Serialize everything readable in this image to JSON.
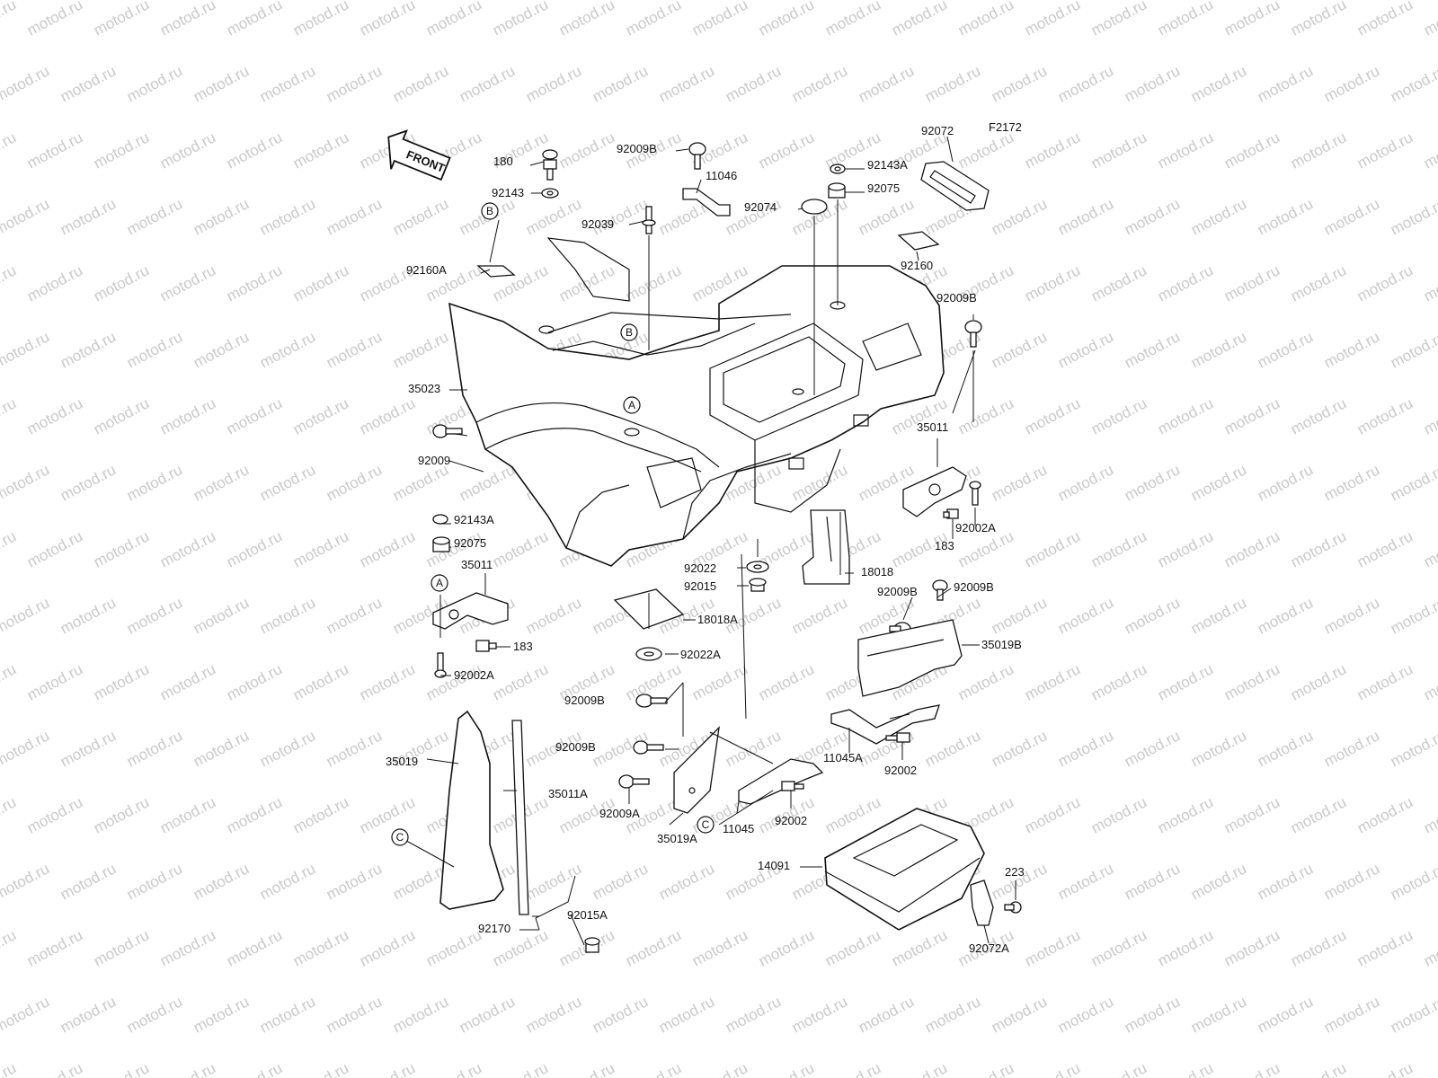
{
  "diagram": {
    "code": "F2172",
    "front_label": "FRONT",
    "watermark": "motod.ru",
    "labels": [
      {
        "id": "l-180",
        "text": "180"
      },
      {
        "id": "l-92143",
        "text": "92143"
      },
      {
        "id": "l-92160A",
        "text": "92160A"
      },
      {
        "id": "l-92009B-top",
        "text": "92009B"
      },
      {
        "id": "l-11046",
        "text": "11046"
      },
      {
        "id": "l-92039",
        "text": "92039"
      },
      {
        "id": "l-92143A-top",
        "text": "92143A"
      },
      {
        "id": "l-92075-top",
        "text": "92075"
      },
      {
        "id": "l-92074",
        "text": "92074"
      },
      {
        "id": "l-92072",
        "text": "92072"
      },
      {
        "id": "l-92160",
        "text": "92160"
      },
      {
        "id": "l-92009B-right",
        "text": "92009B"
      },
      {
        "id": "l-35023",
        "text": "35023"
      },
      {
        "id": "l-92009",
        "text": "92009"
      },
      {
        "id": "l-35011-right",
        "text": "35011"
      },
      {
        "id": "l-92002A-right",
        "text": "92002A"
      },
      {
        "id": "l-183-right",
        "text": "183"
      },
      {
        "id": "l-92143A-left",
        "text": "92143A"
      },
      {
        "id": "l-92075-left",
        "text": "92075"
      },
      {
        "id": "l-35011-left",
        "text": "35011"
      },
      {
        "id": "l-183-left",
        "text": "183"
      },
      {
        "id": "l-92002A-left",
        "text": "92002A"
      },
      {
        "id": "l-92022",
        "text": "92022"
      },
      {
        "id": "l-92015",
        "text": "92015"
      },
      {
        "id": "l-18018",
        "text": "18018"
      },
      {
        "id": "l-18018A",
        "text": "18018A"
      },
      {
        "id": "l-92022A",
        "text": "92022A"
      },
      {
        "id": "l-92009B-mr1",
        "text": "92009B"
      },
      {
        "id": "l-92009B-mr2",
        "text": "92009B"
      },
      {
        "id": "l-35019B",
        "text": "35019B"
      },
      {
        "id": "l-92009B-c1",
        "text": "92009B"
      },
      {
        "id": "l-92009B-c2",
        "text": "92009B"
      },
      {
        "id": "l-92009A",
        "text": "92009A"
      },
      {
        "id": "l-35019A",
        "text": "35019A"
      },
      {
        "id": "l-11045",
        "text": "11045"
      },
      {
        "id": "l-92002-c",
        "text": "92002"
      },
      {
        "id": "l-11045A",
        "text": "11045A"
      },
      {
        "id": "l-92002-r",
        "text": "92002"
      },
      {
        "id": "l-35019",
        "text": "35019"
      },
      {
        "id": "l-35011A",
        "text": "35011A"
      },
      {
        "id": "l-92015A",
        "text": "92015A"
      },
      {
        "id": "l-92170",
        "text": "92170"
      },
      {
        "id": "l-14091",
        "text": "14091"
      },
      {
        "id": "l-223",
        "text": "223"
      },
      {
        "id": "l-92072A",
        "text": "92072A"
      }
    ],
    "callouts": [
      {
        "id": "c-B-1",
        "text": "B"
      },
      {
        "id": "c-B-2",
        "text": "B"
      },
      {
        "id": "c-A-1",
        "text": "A"
      },
      {
        "id": "c-A-2",
        "text": "A"
      },
      {
        "id": "c-C-1",
        "text": "C"
      },
      {
        "id": "c-C-2",
        "text": "C"
      }
    ]
  }
}
